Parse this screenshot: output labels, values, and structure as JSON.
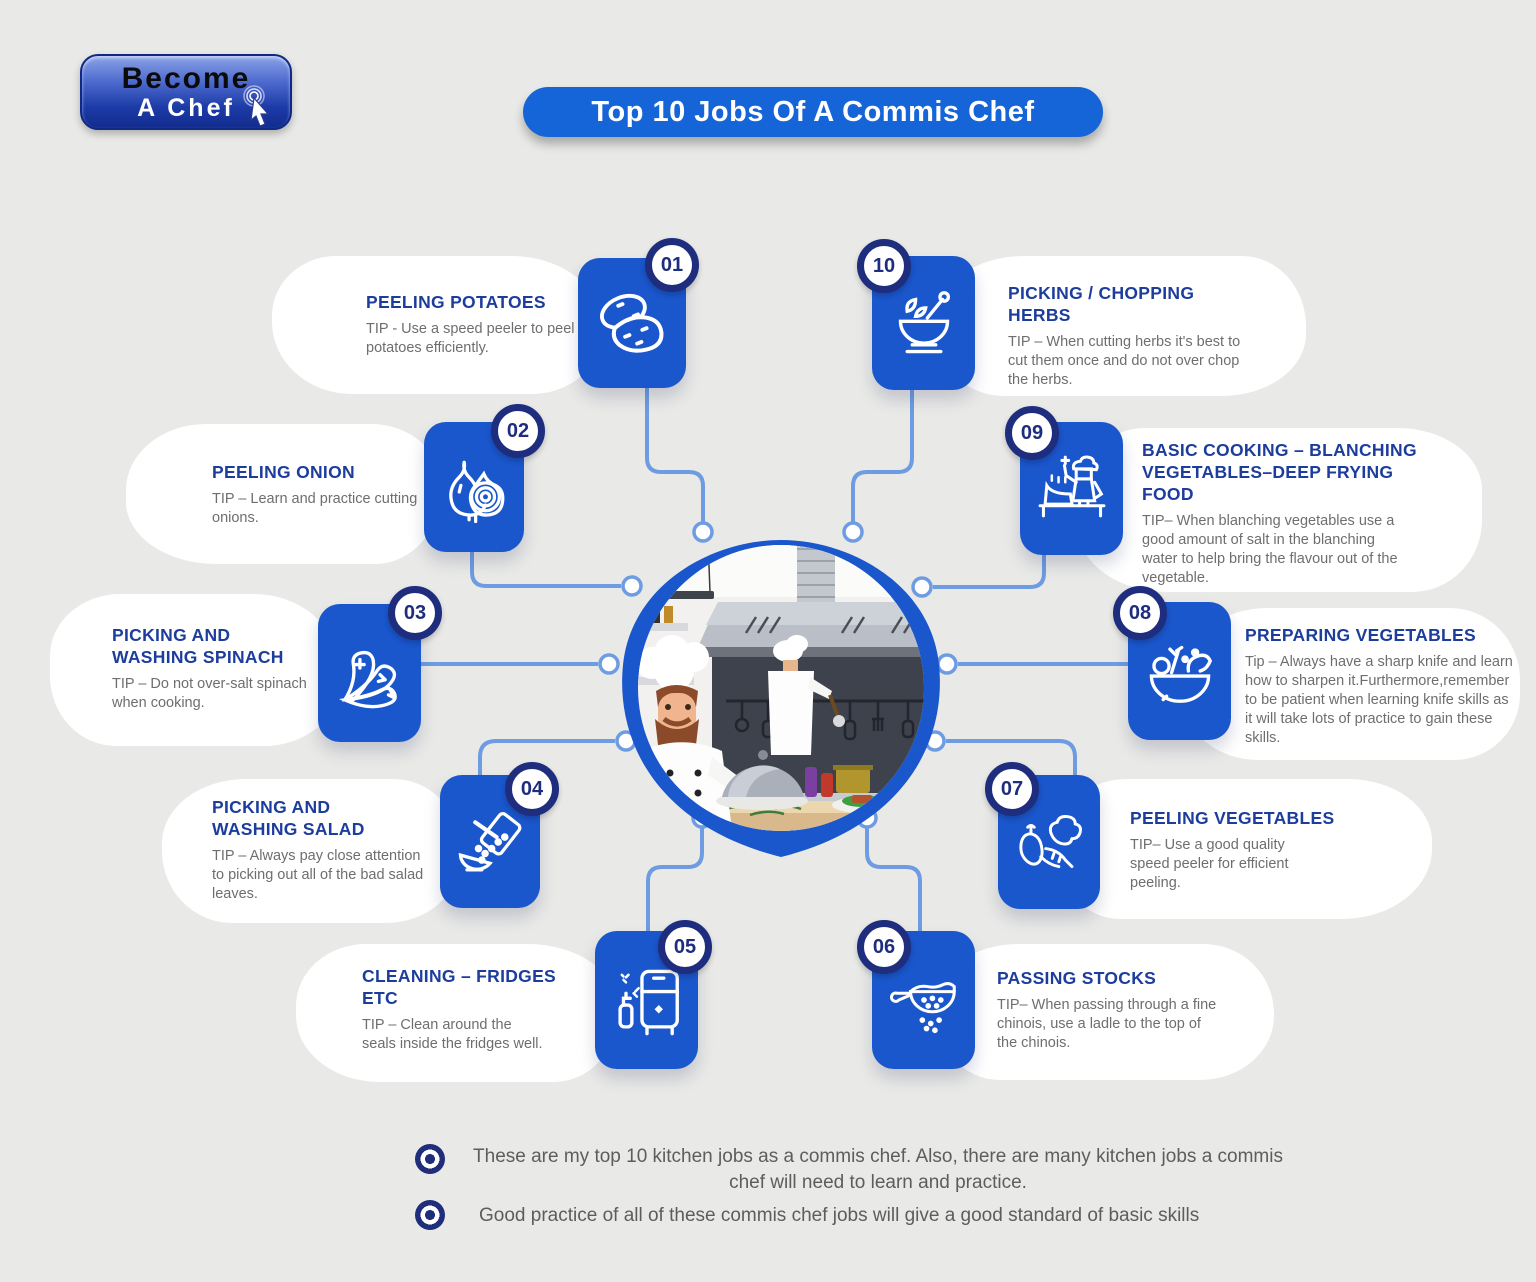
{
  "logo": {
    "line1": "Become",
    "line2": "A Chef",
    "cursor_icon": "click-cursor-icon"
  },
  "header": {
    "title": "Top 10 Jobs Of A Commis Chef"
  },
  "colors": {
    "background": "#e9e9e7",
    "tile_blue": "#1a56cc",
    "badge_navy": "#1e2d7d",
    "title_blue": "#1d3d9d",
    "tip_gray": "#6e6e6e",
    "header_pill_blue": "#1565d8",
    "connector_blue": "#6e9ce2"
  },
  "items": [
    {
      "number": "01",
      "title": "PEELING POTATOES",
      "tip": "TIP - Use a speed peeler to peel potatoes efficiently.",
      "icon": "potatoes-icon"
    },
    {
      "number": "02",
      "title": "PEELING ONION",
      "tip": "TIP – Learn and practice cutting onions.",
      "icon": "onion-icon"
    },
    {
      "number": "03",
      "title": "PICKING AND WASHING SPINACH",
      "tip": "TIP – Do not over-salt spinach when cooking.",
      "icon": "spinach-icon"
    },
    {
      "number": "04",
      "title": "PICKING AND WASHING SALAD",
      "tip": "TIP – Always pay close attention to picking out all of the bad salad leaves.",
      "icon": "salad-prep-icon"
    },
    {
      "number": "05",
      "title": "CLEANING – FRIDGES ETC",
      "tip": "TIP – Clean around the seals inside the fridges well.",
      "icon": "fridge-icon"
    },
    {
      "number": "06",
      "title": "PASSING STOCKS",
      "tip": "TIP– When passing through a fine chinois, use a ladle to the top of the chinois.",
      "icon": "chinois-strainer-icon"
    },
    {
      "number": "07",
      "title": "PEELING VEGETABLES",
      "tip": "TIP– Use a good quality speed peeler for efficient peeling.",
      "icon": "vegetables-icon"
    },
    {
      "number": "08",
      "title": "PREPARING VEGETABLES",
      "tip": "Tip – Always have a sharp knife and learn how to sharpen it.Furthermore,remember to be patient when learning knife skills as it will take lots of practice to gain these skills.",
      "icon": "vegetable-bowl-icon"
    },
    {
      "number": "09",
      "title": "BASIC COOKING – BLANCHING VEGETABLES–DEEP FRYING FOOD",
      "tip": "TIP– When blanching vegetables use a good amount of salt in the blanching water to help bring the flavour out of the vegetable.",
      "icon": "chef-cooking-icon"
    },
    {
      "number": "10",
      "title": "PICKING / CHOPPING HERBS",
      "tip": "TIP – When cutting herbs it's best to cut them once and do not over chop the herbs.",
      "icon": "mortar-pestle-icon"
    }
  ],
  "footer": {
    "note1": "These are my top 10 kitchen jobs as a commis chef. Also, there are many kitchen jobs a commis chef will need to learn and practice.",
    "note2": "Good practice of all of these commis chef jobs will give a good standard of basic skills"
  }
}
